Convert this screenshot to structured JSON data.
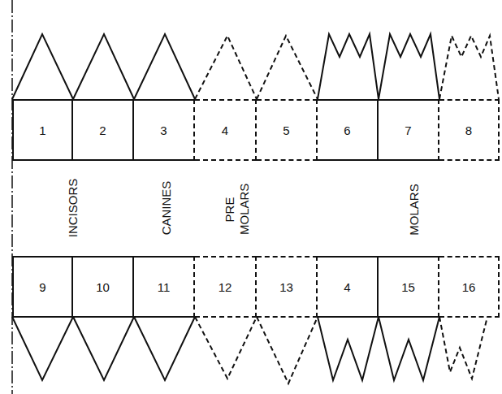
{
  "diagram": {
    "nodes": [
      {
        "text": [
          "1"
        ]
      },
      {
        "text": [
          "2"
        ]
      },
      {
        "text": [
          "3"
        ]
      },
      {
        "text": [
          "4"
        ]
      },
      {
        "text": [
          "5"
        ]
      },
      {
        "text": [
          "6"
        ]
      },
      {
        "text": [
          "7"
        ]
      },
      {
        "text": [
          "8"
        ]
      },
      {
        "text": [
          "9"
        ]
      },
      {
        "text": [
          "10"
        ]
      },
      {
        "text": [
          "11"
        ]
      },
      {
        "text": [
          "12"
        ]
      },
      {
        "text": [
          "13"
        ]
      },
      {
        "text": [
          "4"
        ]
      },
      {
        "text": [
          "15"
        ]
      },
      {
        "text": [
          "16"
        ]
      }
    ],
    "labels": [
      "INCISORS",
      "CANINES",
      "PRE MOLARS",
      "MOLARS"
    ]
  }
}
